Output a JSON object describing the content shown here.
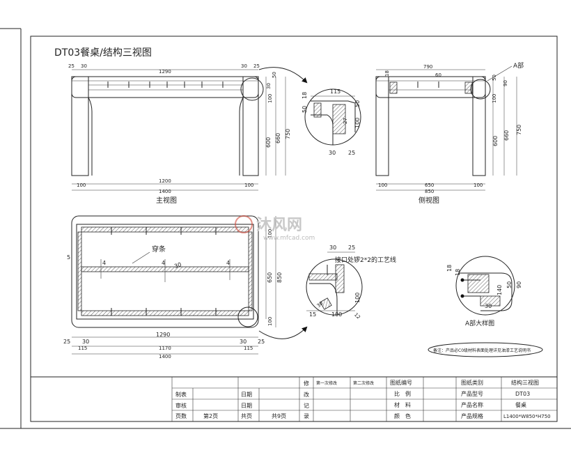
{
  "title": "DT03餐桌/结构三视图",
  "front_view": {
    "label": "主视图",
    "dims_top": [
      "25",
      "30",
      "1290",
      "30",
      "25"
    ],
    "dims_right": [
      "50",
      "30",
      "100",
      "600",
      "660",
      "750"
    ],
    "dims_bottom": [
      "100",
      "1200",
      "100",
      "1400"
    ]
  },
  "detail_top": {
    "dims": [
      "115",
      "18",
      "50",
      "50",
      "27",
      "100",
      "30",
      "25"
    ]
  },
  "side_view": {
    "label": "侧视图",
    "callout": "A部",
    "dims_top": [
      "790",
      "18",
      "60"
    ],
    "dims_right": [
      "50",
      "90",
      "100",
      "600",
      "660",
      "750"
    ],
    "dims_bottom": [
      "100",
      "650",
      "100",
      "850"
    ]
  },
  "plan_view": {
    "stretcher_label": "穿条",
    "stretcher_dim": "30",
    "left_dim": "5",
    "dims_right": [
      "100",
      "650",
      "850",
      "100"
    ],
    "dims_bottom": [
      "25",
      "30",
      "1290",
      "30",
      "25",
      "115",
      "1170",
      "115",
      "1400"
    ],
    "section_marks": [
      "4",
      "4",
      "4"
    ]
  },
  "detail_mid": {
    "note": "接口处锣2*2的工艺线",
    "dims": [
      "30",
      "25",
      "100",
      "30",
      "15",
      "100",
      "12"
    ]
  },
  "detail_a": {
    "label": "A部大样图",
    "dims": [
      "18",
      "18",
      "140",
      "50",
      "90",
      "30"
    ]
  },
  "remark": "备注：产品必C0级材料表面处理详见油漆工艺说明书",
  "watermark": {
    "brand": "沐风网",
    "url": "www.mfcad.com"
  },
  "title_block": {
    "left": [
      {
        "label": "制表",
        "date_label": "日期"
      },
      {
        "label": "审核",
        "date_label": "日期"
      },
      {
        "label": "页数",
        "page": "第2页",
        "total_label": "共页",
        "total": "共9页"
      }
    ],
    "revision": [
      "修",
      "改",
      "记",
      "录"
    ],
    "rev_cols": [
      "第一次修改",
      "第二次修改"
    ],
    "mid": [
      {
        "label": "图纸编号",
        "value": ""
      },
      {
        "label": "比　例",
        "value": ""
      },
      {
        "label": "材　料",
        "value": ""
      },
      {
        "label": "颜　色",
        "value": ""
      }
    ],
    "right": [
      {
        "label": "图纸类别",
        "value": "结构三视图"
      },
      {
        "label": "产品型号",
        "value": "DT03"
      },
      {
        "label": "产品名称",
        "value": "餐桌"
      },
      {
        "label": "产品规格",
        "value": "L1400*W850*H750"
      }
    ]
  },
  "colors": {
    "line": "#222222",
    "watermark": "#c8c8c8",
    "accent_red": "#d04a3a"
  }
}
